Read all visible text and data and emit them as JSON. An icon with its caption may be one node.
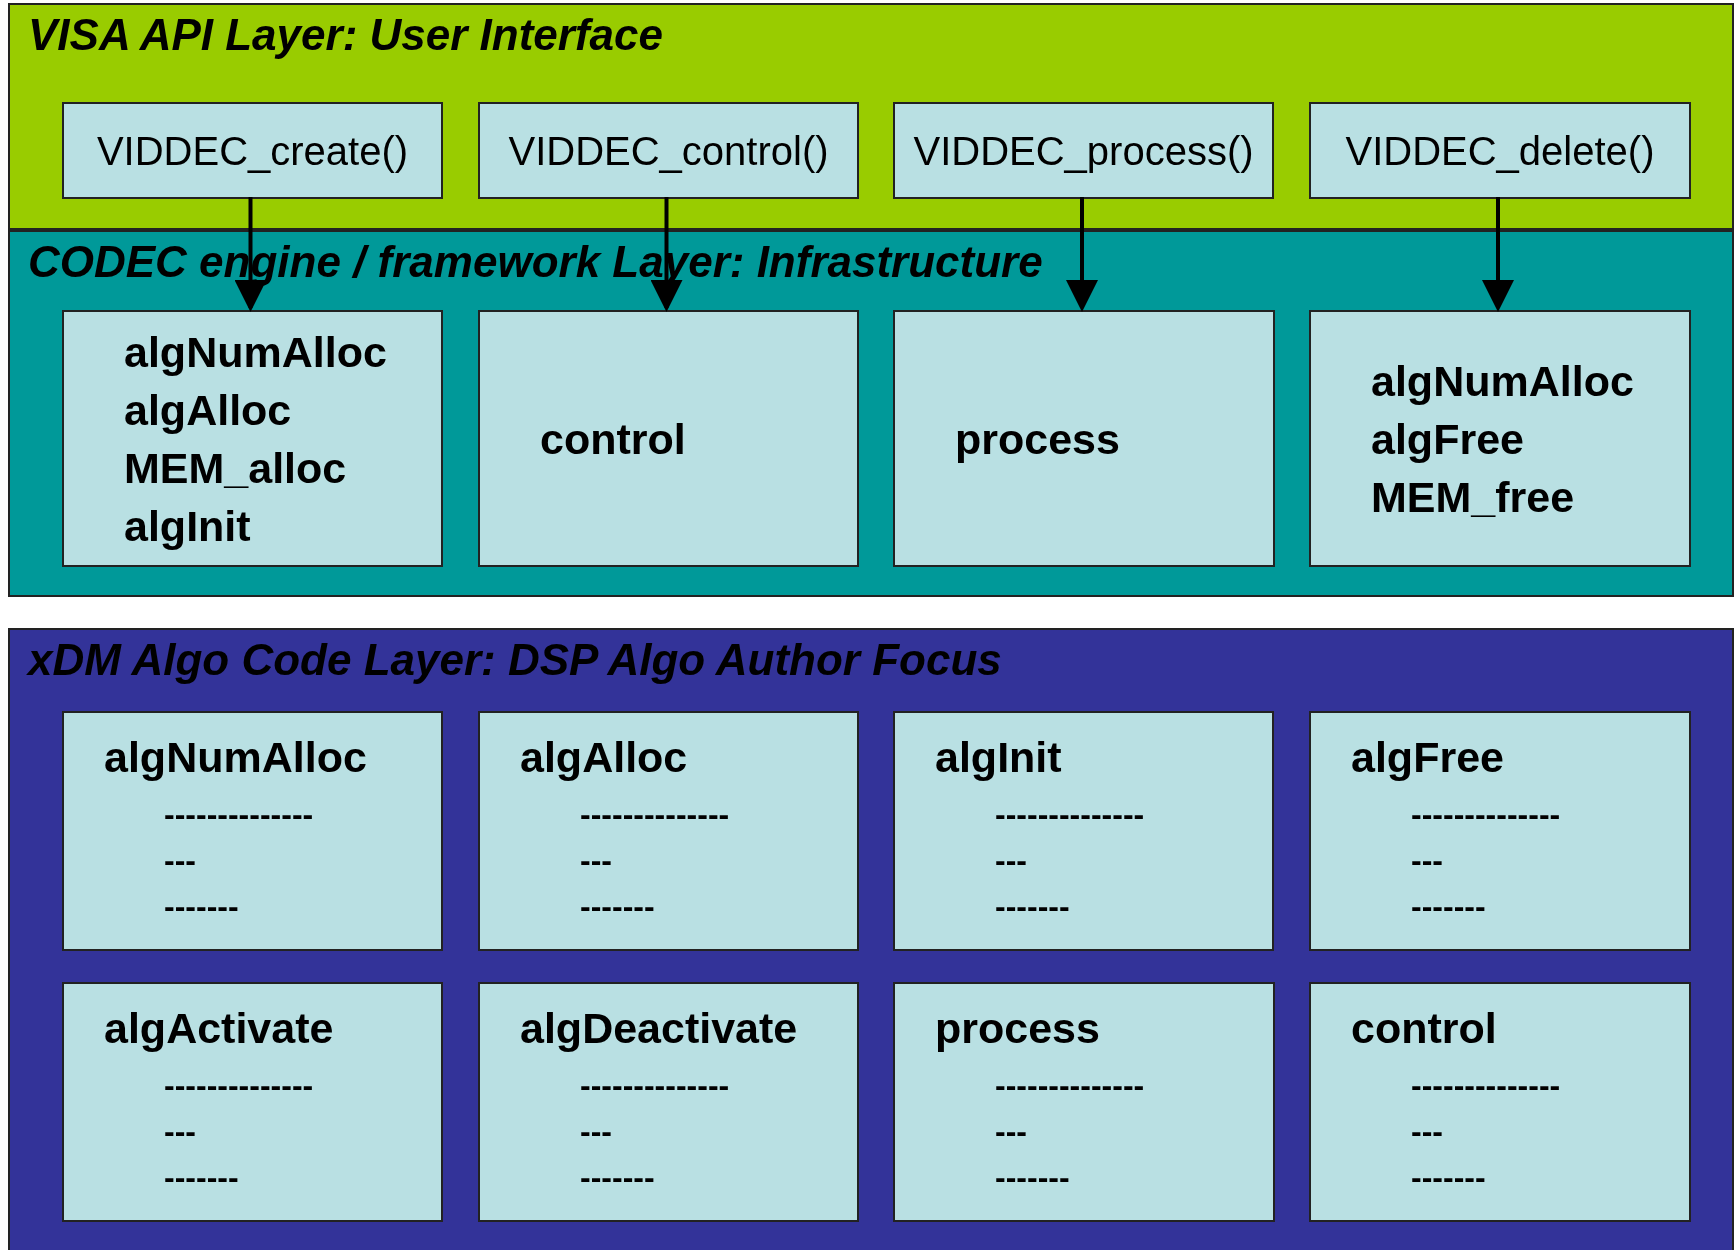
{
  "diagram": {
    "nodes": [
      {
        "text": [
          "VISA API Layer: User Interface"
        ]
      },
      {
        "text": [
          "VIDDEC_create()"
        ],
        "in": 0
      },
      {
        "text": [
          "VIDDEC_control()"
        ],
        "in": 0
      },
      {
        "text": [
          "VIDDEC_process()"
        ],
        "in": 0
      },
      {
        "text": [
          "VIDDEC_delete()"
        ],
        "in": 0
      },
      {
        "text": [
          "CODEC engine / framework Layer: Infrastructure"
        ]
      },
      {
        "text": [
          "algNumAlloc",
          "algAlloc",
          "MEM_alloc",
          "algInit"
        ],
        "in": 5
      },
      {
        "text": [
          "control"
        ],
        "in": 5
      },
      {
        "text": [
          "process"
        ],
        "in": 5
      },
      {
        "text": [
          "algNumAlloc",
          "algFree",
          "MEM_free"
        ],
        "in": 5
      },
      {
        "text": [
          "xDM Algo Code Layer: DSP Algo Author Focus"
        ]
      },
      {
        "text": [
          "algNumAlloc",
          "--------------",
          "---",
          "-------"
        ],
        "in": 10
      },
      {
        "text": [
          "algAlloc",
          "--------------",
          "---",
          "-------"
        ],
        "in": 10
      },
      {
        "text": [
          "algInit",
          "--------------",
          "---",
          "-------"
        ],
        "in": 10
      },
      {
        "text": [
          "algFree",
          "--------------",
          "---",
          "-------"
        ],
        "in": 10
      },
      {
        "text": [
          "algActivate",
          "--------------",
          "---",
          "-------"
        ],
        "in": 10
      },
      {
        "text": [
          "algDeactivate",
          "--------------",
          "---",
          "-------"
        ],
        "in": 10
      },
      {
        "text": [
          "process",
          "--------------",
          "---",
          "-------"
        ],
        "in": 10
      },
      {
        "text": [
          "control",
          "--------------",
          "---",
          "-------"
        ],
        "in": 10
      }
    ],
    "edges": [
      {
        "from": 1,
        "to": 6,
        "arrow": "to"
      },
      {
        "from": 2,
        "to": 7,
        "arrow": "to"
      },
      {
        "from": 3,
        "to": 8,
        "arrow": "to"
      },
      {
        "from": 4,
        "to": 9,
        "arrow": "to"
      }
    ]
  }
}
